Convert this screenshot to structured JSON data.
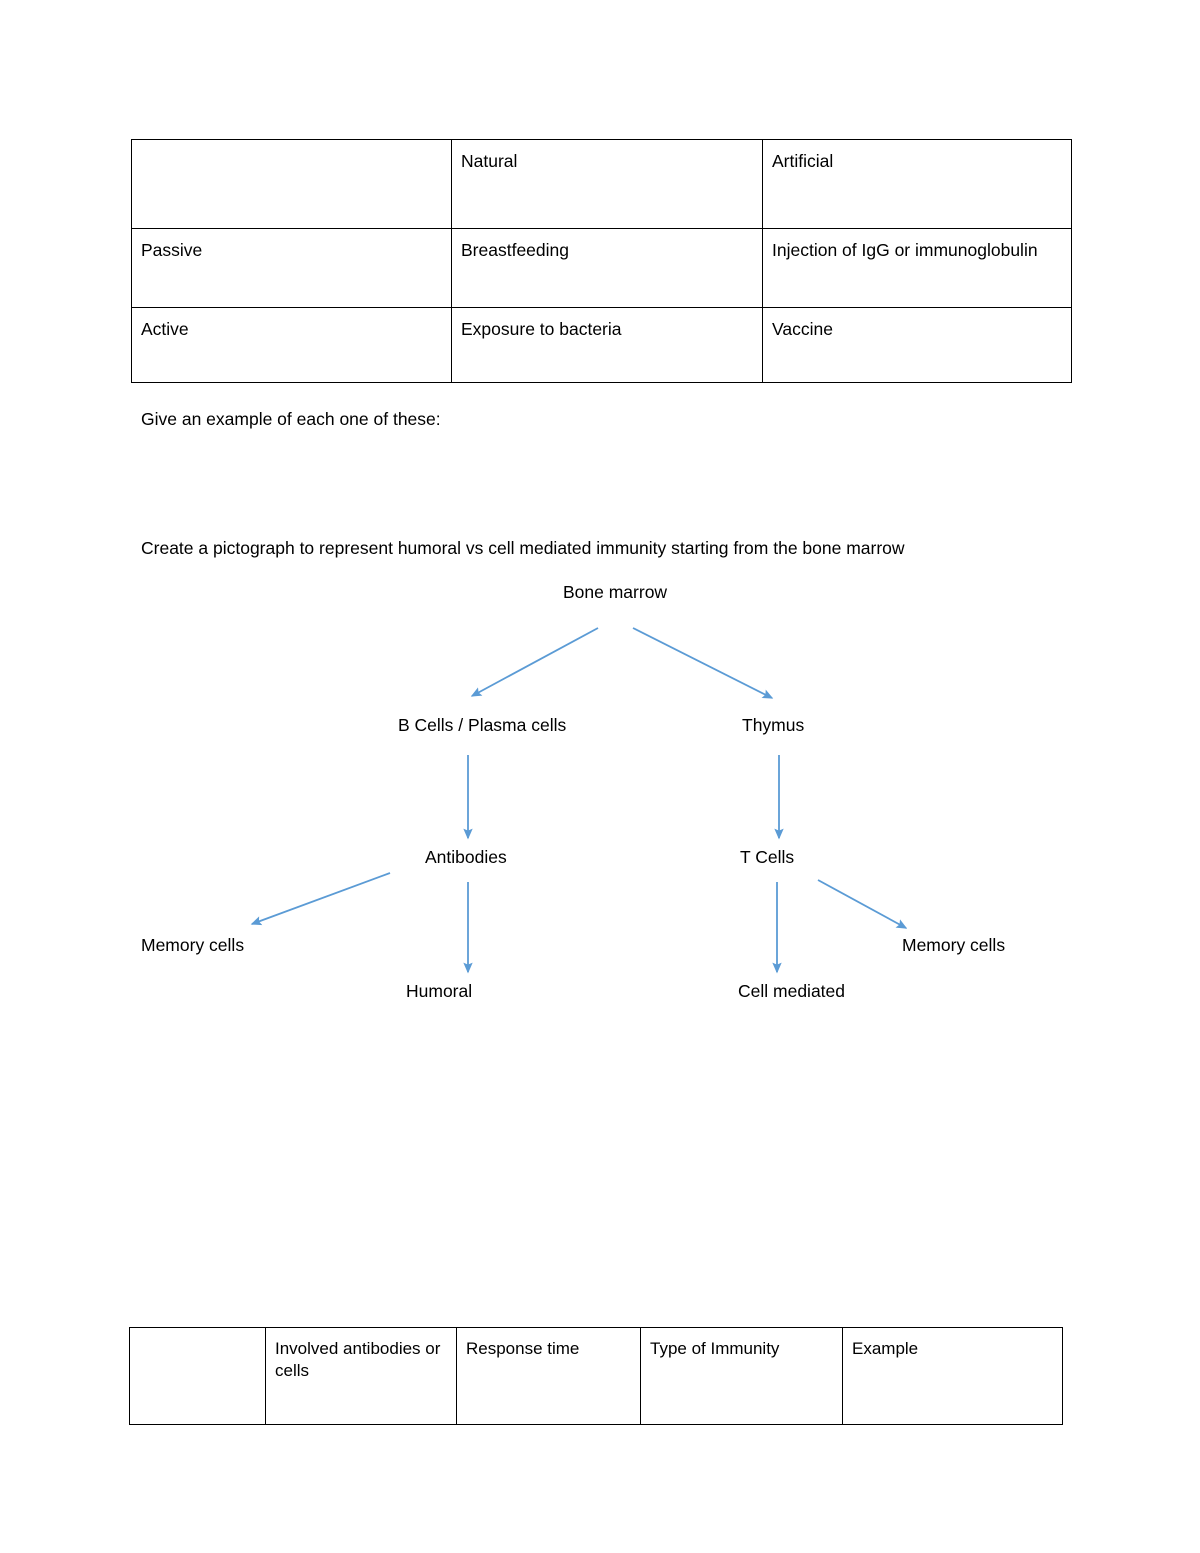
{
  "document": {
    "immunity_table": {
      "name": "immunity-types-table",
      "columns": [
        "",
        "Natural",
        "Artificial"
      ],
      "rows": [
        {
          "label": "Passive",
          "natural": "Breastfeeding",
          "artificial": "Injection of IgG or immunoglobulin"
        },
        {
          "label": "Active",
          "natural": "Exposure to bacteria",
          "artificial": "Vaccine"
        }
      ]
    },
    "prompts": {
      "examples": "Give an example of each one of these:",
      "pictograph": "Create a pictograph to represent humoral vs cell mediated immunity starting from the bone marrow"
    },
    "pictograph": {
      "arrow_color": "#5B9BD5",
      "nodes": {
        "bone_marrow": "Bone marrow",
        "b_cells": "B Cells / Plasma cells",
        "thymus": "Thymus",
        "antibodies": "Antibodies",
        "t_cells": "T Cells",
        "memory_cells_left": "Memory cells",
        "memory_cells_right": "Memory cells",
        "humoral": "Humoral",
        "cell_mediated": "Cell mediated"
      },
      "edges": [
        {
          "from": "bone_marrow",
          "to": "b_cells"
        },
        {
          "from": "bone_marrow",
          "to": "thymus"
        },
        {
          "from": "b_cells",
          "to": "antibodies"
        },
        {
          "from": "thymus",
          "to": "t_cells"
        },
        {
          "from": "antibodies",
          "to": "memory_cells_left"
        },
        {
          "from": "antibodies",
          "to": "humoral"
        },
        {
          "from": "t_cells",
          "to": "memory_cells_right"
        },
        {
          "from": "t_cells",
          "to": "cell_mediated"
        }
      ]
    },
    "comparison_table": {
      "name": "immunity-comparison-table",
      "columns": [
        "",
        "Involved antibodies or cells",
        "Response time",
        "Type of Immunity",
        "Example"
      ],
      "rows": [
        {
          "label": "",
          "involved": "",
          "response_time": "",
          "type": "",
          "example": ""
        }
      ]
    }
  }
}
